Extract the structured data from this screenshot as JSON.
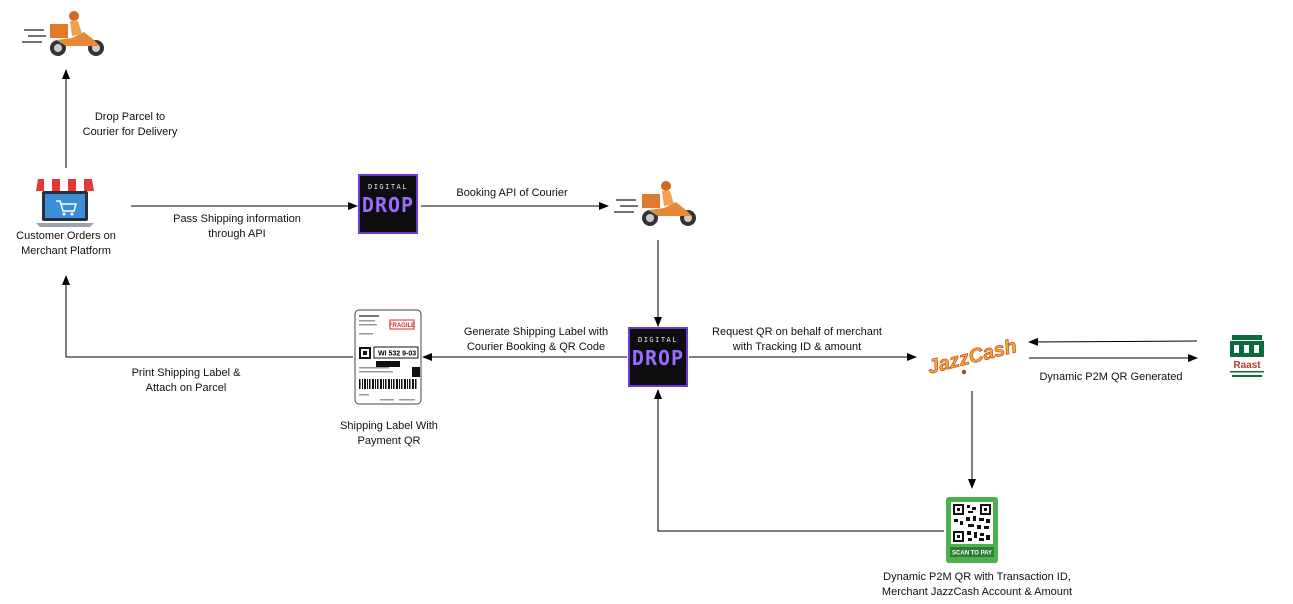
{
  "nodes": {
    "merchant_platform": "Customer Orders on\nMerchant Platform",
    "digital_drop_logo": {
      "line1": "DIGITAL",
      "line2": "DROP"
    },
    "shipping_label": "Shipping Label With\nPayment QR",
    "shipping_label_art": {
      "fragile": "FRAGILE",
      "code": "WI 532 9-03"
    },
    "jazzcash_logo": "JazzCash",
    "raast_logo": "Raast",
    "qr_art": {
      "caption": "SCAN TO PAY"
    },
    "dynamic_qr": "Dynamic P2M QR with Transaction ID,\nMerchant JazzCash Account & Amount"
  },
  "edges": {
    "drop_parcel": "Drop Parcel to\nCourier for Delivery",
    "pass_shipping": "Pass Shipping information\nthrough API",
    "booking_api": "Booking API of Courier",
    "generate_label": "Generate Shipping Label with\nCourier Booking & QR Code",
    "request_qr": "Request QR on behalf of merchant\nwith Tracking ID & amount",
    "print_label": "Print Shipping Label &\nAttach on Parcel",
    "p2m_generated": "Dynamic P2M QR Generated"
  }
}
